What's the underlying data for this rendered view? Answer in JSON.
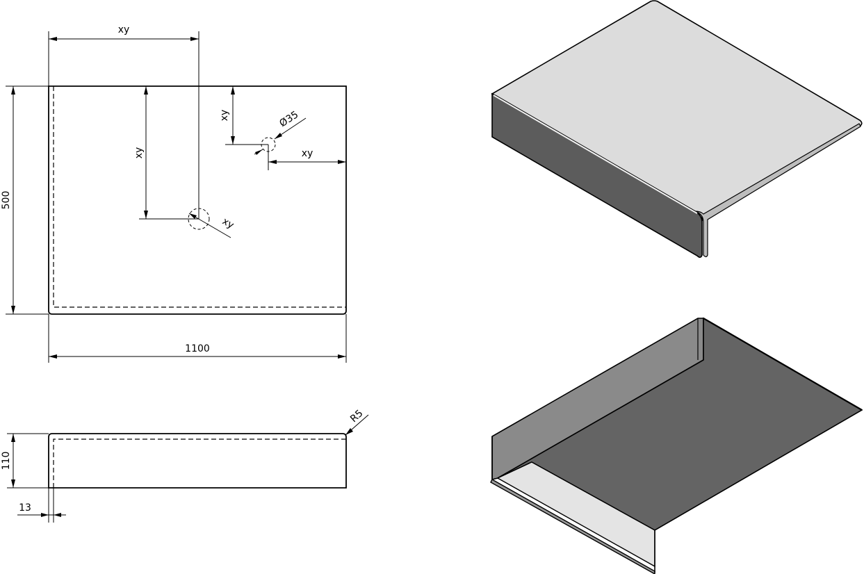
{
  "top_view": {
    "dim_width": "1100",
    "dim_height": "500",
    "dim_hole_x_from_left": "xy",
    "dim_hole_y_from_top": "xy",
    "dim_hole_diameter": "xy",
    "dim_small_hole_y": "xy",
    "dim_small_hole_x_from_right": "xy",
    "dim_small_hole_diameter": "Ø35"
  },
  "side_view": {
    "dim_height": "110",
    "dim_thickness": "13",
    "dim_radius": "R5"
  },
  "colors": {
    "top_face": "#dcdcdc",
    "front_face": "#5c5c5c",
    "under_face": "#646464",
    "light_face": "#e4e4e4",
    "inner_wall": "#8a8a8a"
  }
}
